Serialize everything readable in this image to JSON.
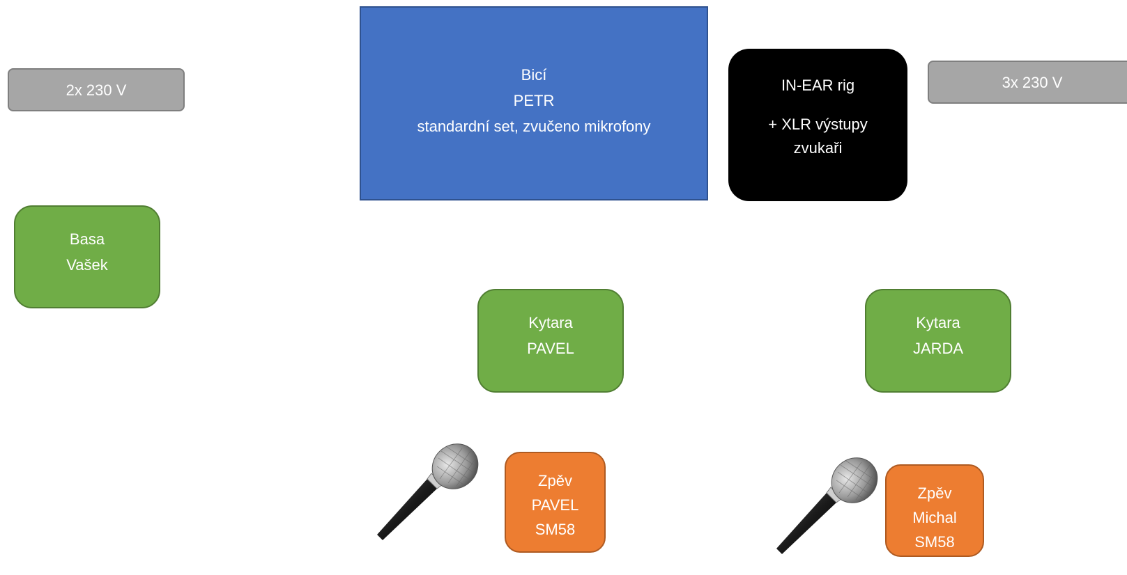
{
  "power_left": {
    "label": "2x 230 V"
  },
  "power_right": {
    "label": "3x 230 V"
  },
  "drums": {
    "line1": "Bicí",
    "line2": "PETR",
    "line3": "standardní set, zvučeno mikrofony"
  },
  "inear": {
    "line1": "IN-EAR rig",
    "line2": "+ XLR výstupy",
    "line3": "zvukaři"
  },
  "bass": {
    "line1": "Basa",
    "line2": "Vašek"
  },
  "guitar_pavel": {
    "line1": "Kytara",
    "line2": "PAVEL"
  },
  "guitar_jarda": {
    "line1": "Kytara",
    "line2": "JARDA"
  },
  "vocal_pavel": {
    "line1": "Zpěv",
    "line2": "PAVEL",
    "line3": "SM58"
  },
  "vocal_michal": {
    "line1": "Zpěv",
    "line2": "Michal",
    "line3": "SM58"
  },
  "icons": {
    "mic": "microphone-icon"
  },
  "colors": {
    "power": "#a6a6a6",
    "drums": "#4472c4",
    "inear": "#000000",
    "instrument": "#70ad47",
    "vocal": "#ed7d31"
  }
}
